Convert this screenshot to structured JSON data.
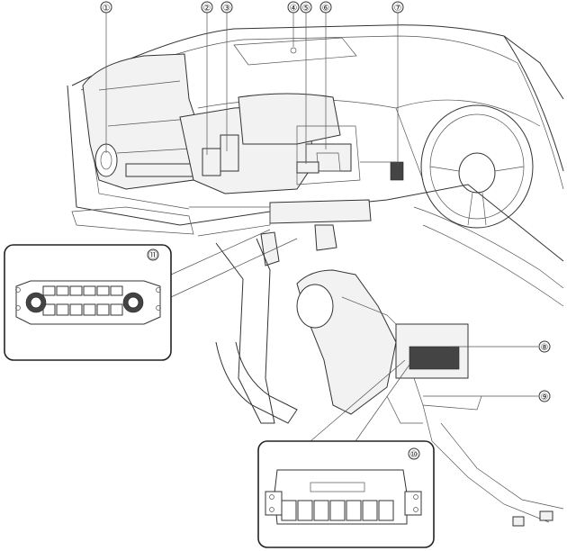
{
  "callouts": [
    {
      "id": "c1",
      "label": "①"
    },
    {
      "id": "c2",
      "label": "②"
    },
    {
      "id": "c3",
      "label": "③"
    },
    {
      "id": "c4",
      "label": "④"
    },
    {
      "id": "c5",
      "label": "⑤"
    },
    {
      "id": "c6",
      "label": "⑥"
    },
    {
      "id": "c7",
      "label": "⑦"
    },
    {
      "id": "c8",
      "label": "⑧"
    },
    {
      "id": "c9",
      "label": "⑨"
    },
    {
      "id": "c10",
      "label": "⑩"
    },
    {
      "id": "c11",
      "label": "⑪"
    }
  ],
  "colors": {
    "line": "#333333",
    "background": "#ffffff",
    "inset_border": "#222222"
  }
}
